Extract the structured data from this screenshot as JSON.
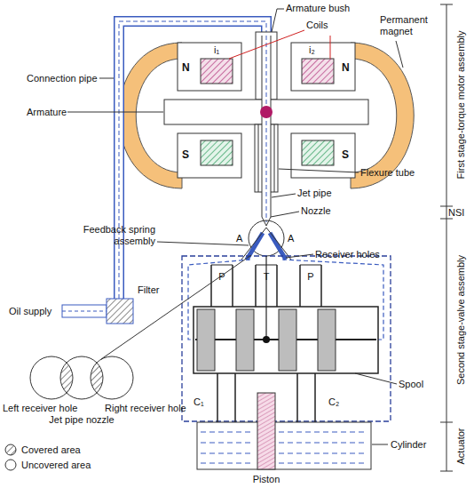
{
  "diagram": {
    "labels": [
      "Armature bush",
      "Coils",
      "i₁",
      "i₂",
      "Permanent magnet",
      "Connection pipe",
      "Armature",
      "N",
      "N",
      "S",
      "S",
      "Flexure tube",
      "Jet pipe",
      "Nozzle",
      "Feedback spring assembly",
      "A",
      "A",
      "Receiver holes",
      "Oil supply",
      "Filter",
      "P",
      "T",
      "P",
      "Spool",
      "C₁",
      "C₂",
      "Cylinder",
      "Piston",
      "Left receiver hole",
      "Jet pipe nozzle",
      "Right receiver hole",
      "First stage-torque motor assembly",
      "NSI",
      "Second stage-valve assembly",
      "Actuator"
    ],
    "legend": [
      {
        "text": "Covered area"
      },
      {
        "text": "Uncovered area"
      }
    ]
  }
}
